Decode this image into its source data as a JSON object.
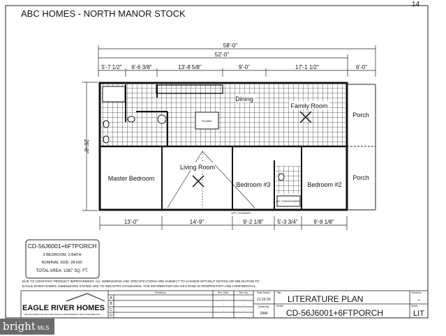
{
  "page_number": "14",
  "header_title": "ABC HOMES - NORTH MANOR STOCK",
  "dimensions": {
    "overall_with_porch": "58'-0\"",
    "overall": "52'-0\"",
    "top_segments": [
      "5'-7 1/2\"",
      "6'-6 3/8\"",
      "13'-8 5/8\"",
      "9'-0\"",
      "17'-1 1/2\"",
      "6'-0\""
    ],
    "bottom_segments": [
      "13'-0\"",
      "14'-9\"",
      "9'-2 1/8\"",
      "5'-3 3/4\"",
      "9'-9 1/8\""
    ],
    "depth": "26'-8\""
  },
  "rooms": {
    "dining": "Dining",
    "family": "Family Room",
    "porch_top": "Porch",
    "porch_bottom": "Porch",
    "master": "Master Bedroom",
    "living": "Living Room",
    "bed3": "Bedroom #3",
    "bed2": "Bedroom #2",
    "island": "ISLAND",
    "dormer": "OPT. DORMER",
    "tub": "60\" TUB/SHOWER"
  },
  "info_box": {
    "model": "CD-56J6001+6FTPORCH",
    "beds_baths": "3 BEDROOM, 2 BATH",
    "nominal_size": "NOMINAL SIZE: 28'x56'",
    "total_area": "TOTAL AREA: 1387 SQ. FT."
  },
  "disclaimer": [
    "DUE TO CONSTANT PRODUCT IMPROVEMENT, ALL DIMENSIONS AND SPECIFICATIONS ARE SUBJECT TO CHANGE WITHOUT NOTICE OR OBLIGATION TO",
    "EAGLE RIVER HOMES. DIMENSIONS STATED ARE TO INDUSTRY STANDARDS. THE INFORMATION ON THIS PAGE IS PROPRIETARY AND CONFIDENTIAL."
  ],
  "title_block": {
    "logo_text": "EAGLE RIVER HOMES",
    "logo_tagline": "THE INFORMATION ON THIS PAGE IS PROPRIETARY AND CONFIDENTIAL",
    "revisions_header": "Revisions",
    "rev_date_header": "Rev. Date:",
    "rev_by_header": "Rev. By:",
    "revisions": [
      {
        "letter": "A",
        "text": ".",
        "date": ".",
        "by": "."
      },
      {
        "letter": "B",
        "text": ".",
        "date": ".",
        "by": "."
      },
      {
        "letter": "C",
        "text": ".",
        "date": ".",
        "by": "."
      },
      {
        "letter": "D",
        "text": ".",
        "date": ".",
        "by": "."
      }
    ],
    "date_drawn_label": "Date Drawn:",
    "date_drawn": "11-23-20",
    "drawn_by_label": "Drawn By:",
    "drawn_by": "DAM",
    "title_label": "Title:",
    "title": "LITERATURE PLAN",
    "model_label": "Model:",
    "model": "CD-56J6001+6FTPORCH",
    "serial_label": "Serial No.:",
    "serial": "-",
    "sheet_label": "Sheet:",
    "sheet": "LIT"
  },
  "watermark": {
    "brand": "bright",
    "suffix": "MLS"
  }
}
